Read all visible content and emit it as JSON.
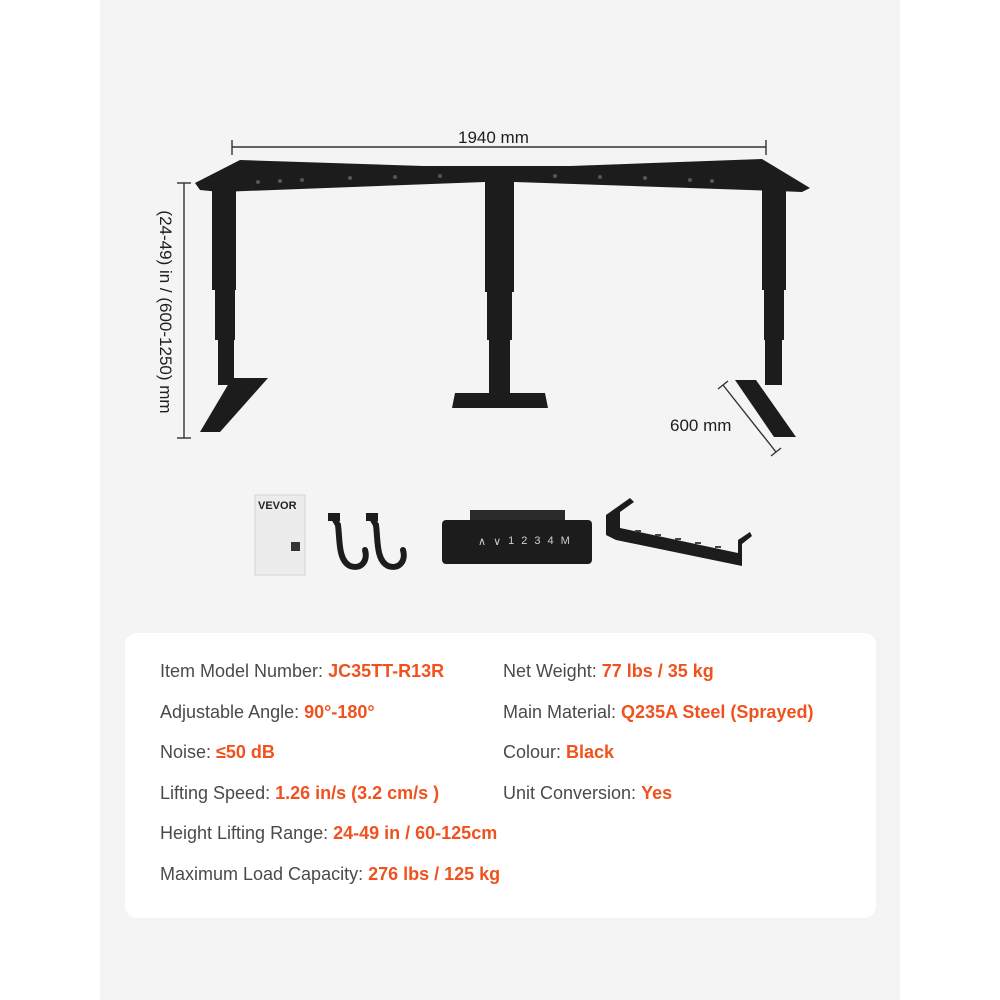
{
  "dimensions": {
    "width": "1940 mm",
    "height": "(24-49) in / (600-1250) mm",
    "depth": "600 mm"
  },
  "accessories": {
    "manual_brand": "VEVOR",
    "controller_buttons": [
      "∧",
      "∨",
      "1",
      "2",
      "3",
      "4",
      "M"
    ]
  },
  "specs": {
    "left": [
      {
        "label": "Item Model Number: ",
        "value": "JC35TT-R13R"
      },
      {
        "label": "Adjustable Angle: ",
        "value": "90°-180°"
      },
      {
        "label": "Noise: ",
        "value": "≤50 dB"
      },
      {
        "label": "Lifting Speed: ",
        "value": "1.26 in/s (3.2 cm/s )"
      },
      {
        "label": "Height Lifting Range: ",
        "value": "24-49 in / 60-125cm"
      },
      {
        "label": "Maximum Load Capacity: ",
        "value": "276 lbs / 125 kg"
      }
    ],
    "right": [
      {
        "label": "Net Weight: ",
        "value": "77 lbs / 35 kg"
      },
      {
        "label": "Main Material: ",
        "value": "Q235A Steel (Sprayed)"
      },
      {
        "label": "Colour: ",
        "value": "Black"
      },
      {
        "label": "Unit Conversion: ",
        "value": "Yes"
      }
    ]
  },
  "colors": {
    "accent": "#f0521e",
    "panel": "#f4f4f4",
    "frame": "#1c1c1c"
  }
}
